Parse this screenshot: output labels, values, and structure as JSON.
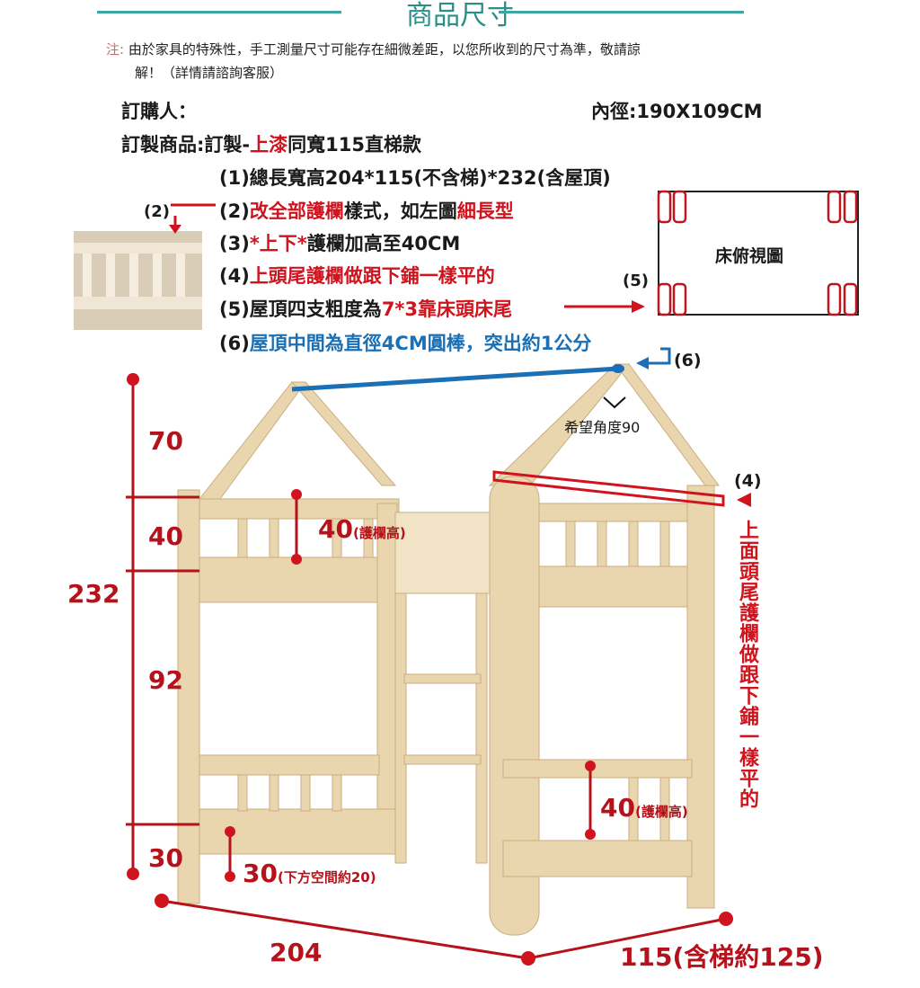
{
  "header": {
    "title": "商品尺寸"
  },
  "note": {
    "label": "注:",
    "line1": "由於家具的特殊性，手工測量尺寸可能存在細微差距，以您所收到的尺寸為準，敬請諒",
    "line2": "解！（詳情請諮詢客服）"
  },
  "order": {
    "orderer_label": "訂購人：",
    "inner_size": "內徑:190X109CM",
    "product_label": "訂製商品:",
    "product_prefix": "訂製-",
    "product_red": "上漆",
    "product_suffix": "同寬115直梯款",
    "items": {
      "i1": "(1)總長寬高204*115(不含梯)*232(含屋頂)",
      "i2a": "(2)",
      "i2b": "改全部護欄",
      "i2c": "樣式，如左圖",
      "i2d": "細長型",
      "i3a": "(3)",
      "i3b": "*上下*",
      "i3c": "護欄加高至40CM",
      "i4a": "(4)",
      "i4b": "上頭尾護欄做跟下鋪一樣平的",
      "i5a": "(5)屋頂四支粗度為",
      "i5b": "7*3靠床頭床尾",
      "i6a": "(6)",
      "i6b": "屋頂中間為直徑4CM圓棒，突出約1公分"
    }
  },
  "callouts": {
    "c2": "(2)",
    "c4": "(4)",
    "c5": "(5)",
    "c6": "(6)",
    "angle": "希望角度90",
    "top_view": "床俯視圖"
  },
  "dimensions": {
    "d70": "70",
    "d40": "40",
    "d232": "232",
    "d92": "92",
    "d30": "30",
    "width": "204",
    "depth": "115(含梯約125)",
    "rail_upper_num": "40",
    "rail_upper_txt": "(護欄高)",
    "rail_lower_num": "40",
    "rail_lower_txt": "(護欄高)",
    "under_num": "30",
    "under_txt": "(下方空間約20)",
    "vertical_note": "上面頭尾護欄做跟下鋪一樣平的"
  },
  "colors": {
    "red": "#d0141e",
    "blue": "#1a6fb5",
    "teal": "#2a8f86",
    "wood": "#e9d3a8"
  }
}
